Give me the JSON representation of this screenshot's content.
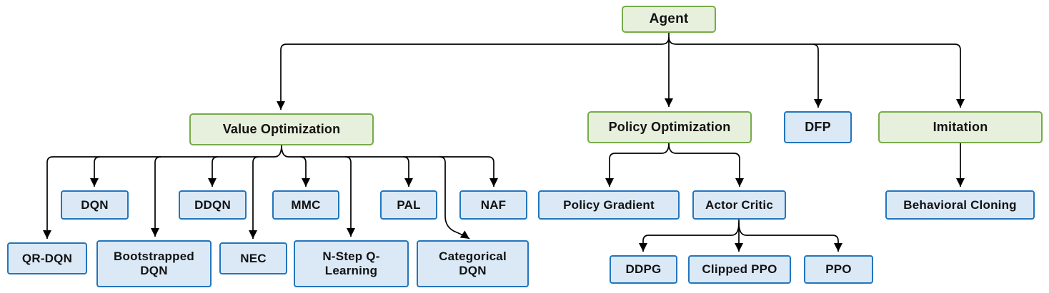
{
  "diagram_type": "hierarchy-flowchart",
  "palette": {
    "category_fill": "#E7F0DC",
    "category_border": "#77AB49",
    "algorithm_fill": "#DBE9F7",
    "algorithm_border": "#2375BC",
    "connector": "#000000",
    "text": "#121212"
  },
  "tree": {
    "label": "Agent",
    "style": "green",
    "children": [
      {
        "label": "Value Optimization",
        "style": "green",
        "children": [
          {
            "label": "DQN",
            "style": "blue"
          },
          {
            "label": "DDQN",
            "style": "blue"
          },
          {
            "label": "MMC",
            "style": "blue"
          },
          {
            "label": "PAL",
            "style": "blue"
          },
          {
            "label": "NAF",
            "style": "blue"
          },
          {
            "label": "QR-DQN",
            "style": "blue"
          },
          {
            "label": "Bootstrapped DQN",
            "style": "blue"
          },
          {
            "label": "NEC",
            "style": "blue"
          },
          {
            "label": "N-Step Q-Learning",
            "style": "blue"
          },
          {
            "label": "Categorical DQN",
            "style": "blue"
          }
        ]
      },
      {
        "label": "Policy Optimization",
        "style": "green",
        "children": [
          {
            "label": "Policy Gradient",
            "style": "blue"
          },
          {
            "label": "Actor Critic",
            "style": "blue",
            "children": [
              {
                "label": "DDPG",
                "style": "blue"
              },
              {
                "label": "Clipped PPO",
                "style": "blue"
              },
              {
                "label": "PPO",
                "style": "blue"
              }
            ]
          }
        ]
      },
      {
        "label": "DFP",
        "style": "blue"
      },
      {
        "label": "Imitation",
        "style": "green",
        "children": [
          {
            "label": "Behavioral Cloning",
            "style": "blue"
          }
        ]
      }
    ]
  }
}
